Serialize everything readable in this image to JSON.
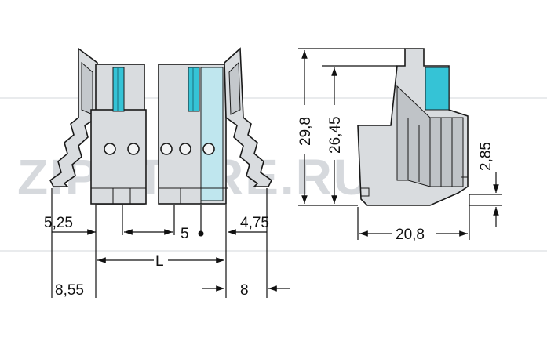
{
  "watermark": {
    "text": "ZIPSTORE.RU",
    "color_letters": "#cfd3d8",
    "color_accent": "#f3a45c"
  },
  "colors": {
    "body": "#d9dcdf",
    "body_dark": "#bfc3c7",
    "outline": "#1a1a1a",
    "accent": "#35c3d6",
    "accent_light": "#bfe6ee"
  },
  "dimensions": {
    "d_5_25": "5,25",
    "d_8_55": "8,55",
    "d_5": "5",
    "d_L": "L",
    "d_4_75": "4,75",
    "d_8": "8",
    "d_29_8": "29,8",
    "d_26_45": "26,45",
    "d_2_85": "2,85",
    "d_20_8": "20,8"
  }
}
